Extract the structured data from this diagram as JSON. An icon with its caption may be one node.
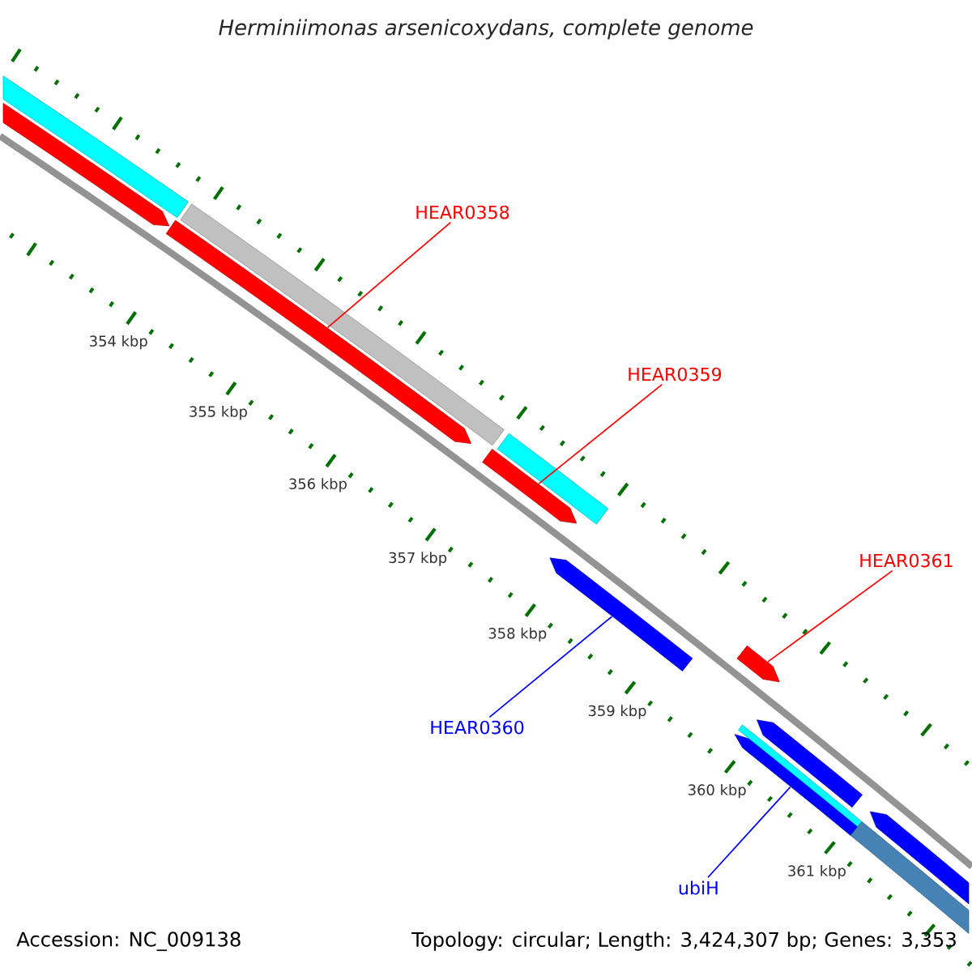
{
  "diagram": {
    "title": "Herminiimonas arsenicoxydans, complete genome",
    "nodes": [
      {
        "text": [
          "HEAR0358"
        ]
      },
      {
        "text": [],
        "shape": "bar"
      },
      {
        "text": [
          "HEAR0359"
        ]
      },
      {
        "text": [],
        "shape": "bar"
      },
      {
        "text": [
          "HEAR0361"
        ]
      },
      {
        "text": [],
        "shape": "bar"
      },
      {
        "text": [
          "HEAR0360"
        ]
      },
      {
        "text": [],
        "shape": "bar"
      },
      {
        "text": [
          "ubiH"
        ]
      },
      {
        "text": [],
        "shape": "bar"
      },
      {
        "text": [],
        "shape": "bar"
      },
      {
        "text": [],
        "shape": "bar"
      },
      {
        "text": [],
        "shape": "bar"
      },
      {
        "text": [],
        "shape": "bar"
      },
      {
        "text": [],
        "shape": "bar"
      },
      {
        "text": [],
        "shape": "bar"
      },
      {
        "text": [],
        "shape": "bar"
      },
      {
        "text": [],
        "shape": "bar"
      }
    ],
    "edges": [
      {
        "from": 0,
        "to": 1,
        "arrow": "none"
      },
      {
        "from": 2,
        "to": 3,
        "arrow": "none"
      },
      {
        "from": 4,
        "to": 5,
        "arrow": "none"
      },
      {
        "from": 6,
        "to": 7,
        "arrow": "none",
        "color": "#0000ff"
      },
      {
        "from": 8,
        "to": 9,
        "arrow": "none",
        "color": "#0000ff"
      }
    ],
    "labels": [
      "354 kbp",
      "355 kbp",
      "356 kbp",
      "357 kbp",
      "358 kbp",
      "359 kbp",
      "360 kbp",
      "361 kbp",
      "Accession: NC_009138",
      "Topology: circular; Length: 3,424,307 bp; Genes: 3,353"
    ]
  }
}
